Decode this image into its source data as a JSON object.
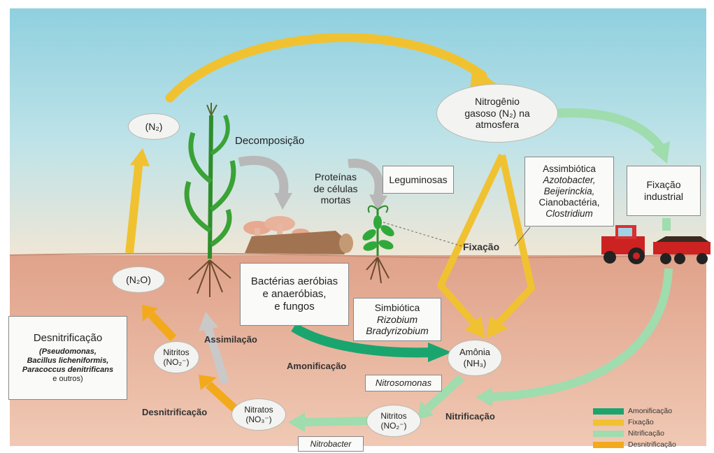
{
  "colors": {
    "amonificacao": "#1aa56f",
    "fixacao": "#f0c232",
    "nitrificacao": "#9fdcae",
    "desnitrificacao": "#f2aa1c",
    "assimilacao": "#c9c9c9"
  },
  "icons": [
    "corn-plant-icon",
    "mushrooms-icon",
    "log-icon",
    "legume-plant-icon",
    "tractor-icon",
    "trailer-icon"
  ],
  "nodes": {
    "n2_atmosphere": [
      "Nitrogênio",
      "gasoso (N₂) na",
      "atmosfera"
    ],
    "n2": "(N₂)",
    "n2o": "(N₂O)",
    "nitritos_left": [
      "Nitritos",
      "(NO₂⁻)"
    ],
    "nitratos": [
      "Nitratos",
      "(NO₃⁻)"
    ],
    "nitritos_bottom": [
      "Nitritos",
      "(NO₂⁻)"
    ],
    "amonia": [
      "Amônia",
      "(NH₃)"
    ]
  },
  "boxes": {
    "proteinas": [
      "Proteínas",
      "de células",
      "mortas"
    ],
    "leguminosas": "Leguminosas",
    "assimbiotica": {
      "title": "Assimbiótica",
      "organisms": [
        "Azotobacter,",
        "Beijerinckia,",
        "Cianobactéria,",
        "Clostridium"
      ]
    },
    "fixacao_industrial": [
      "Fixação",
      "industrial"
    ],
    "bacterias": [
      "Bactérias aeróbias",
      "e anaeróbias,",
      "e fungos"
    ],
    "simbiotica": {
      "title": "Simbiótica",
      "organisms": [
        "Rizobium",
        "Bradyrizobium"
      ]
    },
    "desnitrificacao": {
      "title": "Desnitrificação",
      "organisms": [
        "(Pseudomonas,",
        "Bacillus licheniformis,",
        "Paracoccus denitrificans",
        "e outros)"
      ]
    },
    "nitrosomonas": "Nitrosomonas",
    "nitrobacter": "Nitrobacter"
  },
  "labels": {
    "decomposicao": "Decomposição",
    "fixacao": "Fixação",
    "assimilacao": "Assimilação",
    "amonificacao": "Amonificação",
    "desnitrificacao": "Desnitrificação",
    "nitrificacao": "Nitrificação"
  },
  "legend": [
    {
      "label": "Amonificação",
      "color": "#1aa56f"
    },
    {
      "label": "Fixação",
      "color": "#f0c232"
    },
    {
      "label": "Nitrificação",
      "color": "#9fdcae"
    },
    {
      "label": "Desnitrificação",
      "color": "#f2aa1c"
    }
  ]
}
